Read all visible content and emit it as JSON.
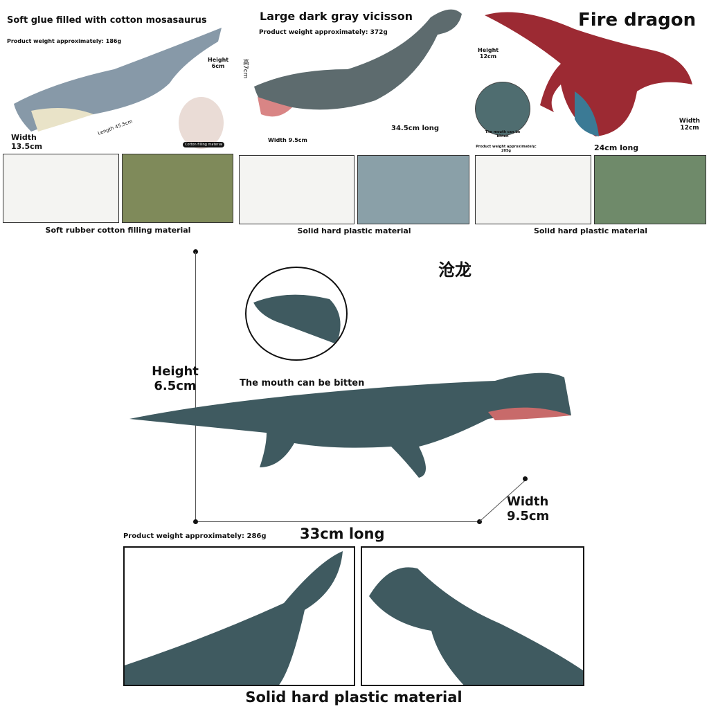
{
  "panels": [
    {
      "title": "Soft glue filled with cotton mosasaurus",
      "weight": "Product weight approximately: 186g",
      "height": "Height 6cm",
      "width": "Width 13.5cm",
      "length": "Length 45.5cm",
      "badge": "Cotton filling material",
      "caption": "Soft rubber cotton filling material",
      "color": "#7b8fa0"
    },
    {
      "title": "Large dark gray vicisson",
      "weight": "Product weight approximately: 372g",
      "height": "高7cm",
      "width": "Width 9.5cm",
      "length": "34.5cm long",
      "caption": "Solid hard plastic material",
      "color": "#5d6b6e"
    },
    {
      "title": "Fire dragon",
      "weight": "Product weight approximately: 205g",
      "height": "Height 12cm",
      "width": "Width 12cm",
      "length": "24cm long",
      "inset": "The mouth can be bitten",
      "caption": "Solid hard plastic material",
      "color": "#9c2a33"
    }
  ],
  "main": {
    "title": "沧龙",
    "height": "Height 6.5cm",
    "width": "Width 9.5cm",
    "length": "33cm long",
    "inset": "The mouth can be bitten",
    "weight": "Product weight approximately: 286g",
    "caption": "Solid hard plastic material",
    "color": "#3f5a60"
  }
}
